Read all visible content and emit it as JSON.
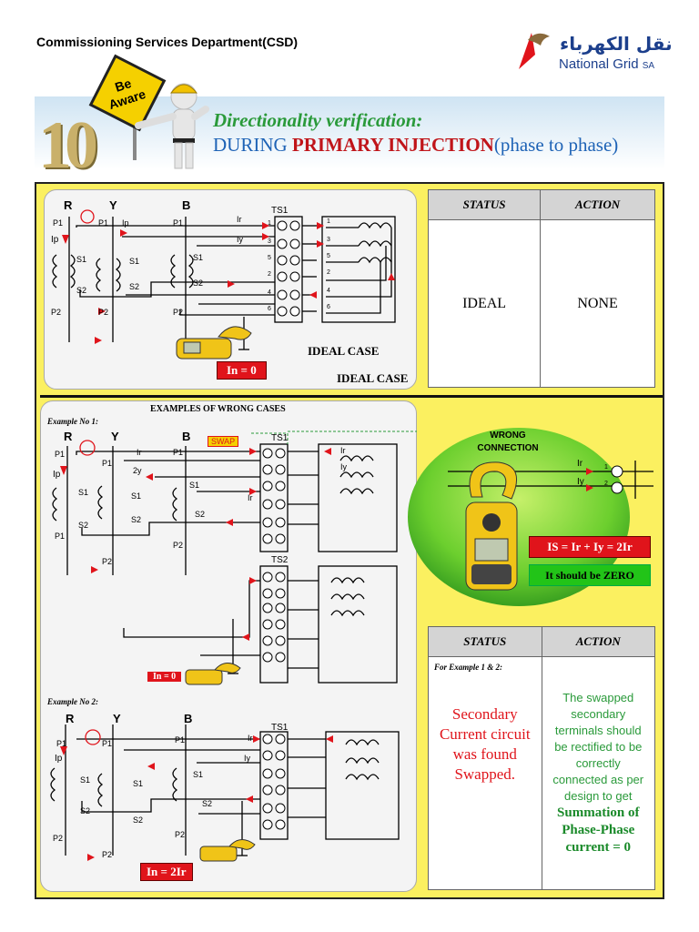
{
  "header": {
    "department": "Commissioning Services Department(CSD)",
    "logo_arabic": "نقل الكهرباء",
    "logo_english": "National Grid",
    "logo_suffix": "SA"
  },
  "banner": {
    "number": "10",
    "sign_text": "Be Aware",
    "title_line1": "Directionality verification:",
    "title_line2_a": "DURING ",
    "title_line2_b": "PRIMARY INJECTION",
    "title_line2_c": "(phase to phase)"
  },
  "ideal": {
    "phases": [
      "R",
      "Y",
      "B"
    ],
    "terminal_block": "TS1",
    "terminals": [
      "1",
      "3",
      "5",
      "2",
      "4",
      "6"
    ],
    "relay_terminals": [
      "1",
      "3",
      "5",
      "2",
      "4",
      "6"
    ],
    "labels": {
      "p1": "P1",
      "p2": "P2",
      "s1": "S1",
      "s2": "S2",
      "ip": "Ip",
      "ir": "Ir",
      "iy": "Iy"
    },
    "case_label": "IDEAL CASE",
    "case_caption": "IDEAL CASE",
    "in_value": "In = 0",
    "table": {
      "status_header": "STATUS",
      "action_header": "ACTION",
      "status": "IDEAL",
      "action": "NONE"
    }
  },
  "wrong": {
    "section_title": "EXAMPLES OF WRONG CASES",
    "example1": "Example No 1:",
    "example2": "Example No 2:",
    "swap": "SWAP",
    "ts1": "TS1",
    "ts2": "TS2",
    "label_2y": "2y",
    "in_example1": "In = 0",
    "in_example2": "In = 2Ir",
    "bubble_title": "WRONG CONNECTION",
    "bubble_ir": "Ir",
    "bubble_iy": "Iy",
    "bubble_t1": "1",
    "bubble_t2": "2",
    "is_equation": "IS = Ir + Iy = 2Ir",
    "should_be_zero": "It should be ZERO",
    "table": {
      "status_header": "STATUS",
      "action_header": "ACTION",
      "for_example": "For Example 1 & 2:",
      "status": "Secondary Current circuit was found Swapped.",
      "action": "The swapped secondary terminals should be rectified to be correctly connected as per design to get",
      "action_bold": "Summation of Phase-Phase current = 0"
    }
  },
  "colors": {
    "frame": "#fbf060",
    "red": "#e0141b",
    "green": "#2a9a3a",
    "blue": "#1e63b6"
  }
}
